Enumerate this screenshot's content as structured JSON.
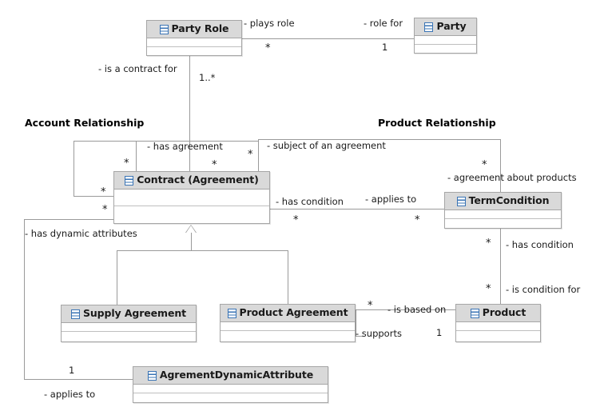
{
  "diagram": {
    "type": "uml-class-diagram",
    "title": "",
    "icon_name": "uml-class-icon",
    "captions": [
      {
        "id": "account-relationship",
        "text": "Account Relationship"
      },
      {
        "id": "product-relationship",
        "text": "Product Relationship"
      }
    ],
    "classes": [
      {
        "id": "party-role",
        "name": "Party Role"
      },
      {
        "id": "party",
        "name": "Party"
      },
      {
        "id": "contract-agreement",
        "name": "Contract (Agreement)"
      },
      {
        "id": "term-condition",
        "name": "TermCondition"
      },
      {
        "id": "supply-agreement",
        "name": "Supply Agreement"
      },
      {
        "id": "product-agreement",
        "name": "Product Agreement"
      },
      {
        "id": "product",
        "name": "Product"
      },
      {
        "id": "agrement-dynamic-attribute",
        "name": "AgrementDynamicAttribute"
      }
    ],
    "edge_labels": [
      {
        "id": "plays-role",
        "text": "- plays role"
      },
      {
        "id": "role-for",
        "text": "- role for"
      },
      {
        "id": "is-a-contract-for",
        "text": "- is a contract for"
      },
      {
        "id": "has-agreement",
        "text": "- has agreement"
      },
      {
        "id": "subject-of-an-agreement",
        "text": "- subject of an agreement"
      },
      {
        "id": "agreement-about-products",
        "text": "- agreement about products"
      },
      {
        "id": "has-condition-top",
        "text": "- has condition"
      },
      {
        "id": "applies-to-top",
        "text": "- applies to"
      },
      {
        "id": "has-condition-right",
        "text": "- has condition"
      },
      {
        "id": "is-condition-for",
        "text": "- is condition for"
      },
      {
        "id": "has-dynamic-attributes",
        "text": "- has dynamic attributes"
      },
      {
        "id": "is-based-on",
        "text": "- is based on"
      },
      {
        "id": "supports",
        "text": "- supports"
      },
      {
        "id": "applies-to-bottom",
        "text": "- applies to"
      }
    ],
    "multiplicities": [
      {
        "id": "m-plays-role",
        "text": "*"
      },
      {
        "id": "m-role-for",
        "text": "1"
      },
      {
        "id": "m-is-a-contract-for",
        "text": "1..*"
      },
      {
        "id": "m-has-agreement-left",
        "text": "*"
      },
      {
        "id": "m-has-agreement-mid",
        "text": "*"
      },
      {
        "id": "m-account-left-upper",
        "text": "*"
      },
      {
        "id": "m-account-left-lower",
        "text": "*"
      },
      {
        "id": "m-subject-left",
        "text": "*"
      },
      {
        "id": "m-agreement-about-products",
        "text": "*"
      },
      {
        "id": "m-has-condition-top",
        "text": "*"
      },
      {
        "id": "m-applies-to-top",
        "text": "*"
      },
      {
        "id": "m-has-condition-right",
        "text": "*"
      },
      {
        "id": "m-is-condition-for",
        "text": "*"
      },
      {
        "id": "m-is-based-on",
        "text": "*"
      },
      {
        "id": "m-supports",
        "text": "1"
      },
      {
        "id": "m-applies-to-bottom",
        "text": "1"
      }
    ]
  }
}
